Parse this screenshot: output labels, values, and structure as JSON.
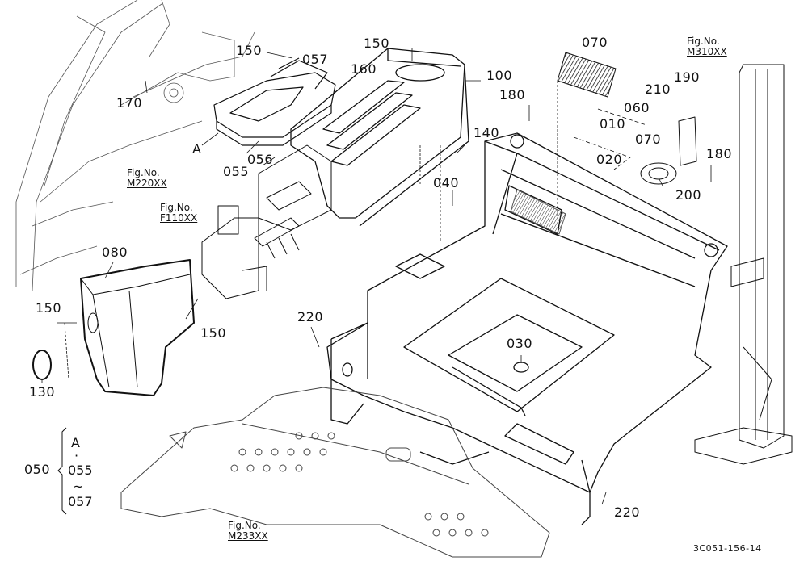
{
  "callouts": [
    {
      "id": "c150a",
      "text": "150"
    },
    {
      "id": "c057",
      "text": "057"
    },
    {
      "id": "c160",
      "text": "160"
    },
    {
      "id": "c150b",
      "text": "150"
    },
    {
      "id": "c100",
      "text": "100"
    },
    {
      "id": "c070",
      "text": "070"
    },
    {
      "id": "c170",
      "text": "170"
    },
    {
      "id": "cA",
      "text": "A"
    },
    {
      "id": "c055",
      "text": "055"
    },
    {
      "id": "c056",
      "text": "056"
    },
    {
      "id": "c180a",
      "text": "180"
    },
    {
      "id": "c140",
      "text": "140"
    },
    {
      "id": "c060",
      "text": "060"
    },
    {
      "id": "c010",
      "text": "010"
    },
    {
      "id": "c070b",
      "text": "070"
    },
    {
      "id": "c020",
      "text": "020"
    },
    {
      "id": "c210",
      "text": "210"
    },
    {
      "id": "c190",
      "text": "190"
    },
    {
      "id": "c180b",
      "text": "180"
    },
    {
      "id": "c200",
      "text": "200"
    },
    {
      "id": "c040",
      "text": "040"
    },
    {
      "id": "c080",
      "text": "080"
    },
    {
      "id": "c150c",
      "text": "150"
    },
    {
      "id": "c150d",
      "text": "150"
    },
    {
      "id": "c130",
      "text": "130"
    },
    {
      "id": "c220a",
      "text": "220"
    },
    {
      "id": "c030",
      "text": "030"
    },
    {
      "id": "c220b",
      "text": "220"
    }
  ],
  "fig_refs": [
    {
      "id": "m310",
      "line1": "Fig.No.",
      "line2": "M310XX"
    },
    {
      "id": "m220",
      "line1": "Fig.No.",
      "line2": "M220XX"
    },
    {
      "id": "f110",
      "line1": "Fig.No.",
      "line2": "F110XX"
    },
    {
      "id": "m233",
      "line1": "Fig.No.",
      "line2": "M233XX"
    }
  ],
  "group": {
    "label": "050",
    "items": [
      "A",
      "·",
      "055",
      "~",
      "057"
    ]
  },
  "drawing_code": "3C051-156-14"
}
